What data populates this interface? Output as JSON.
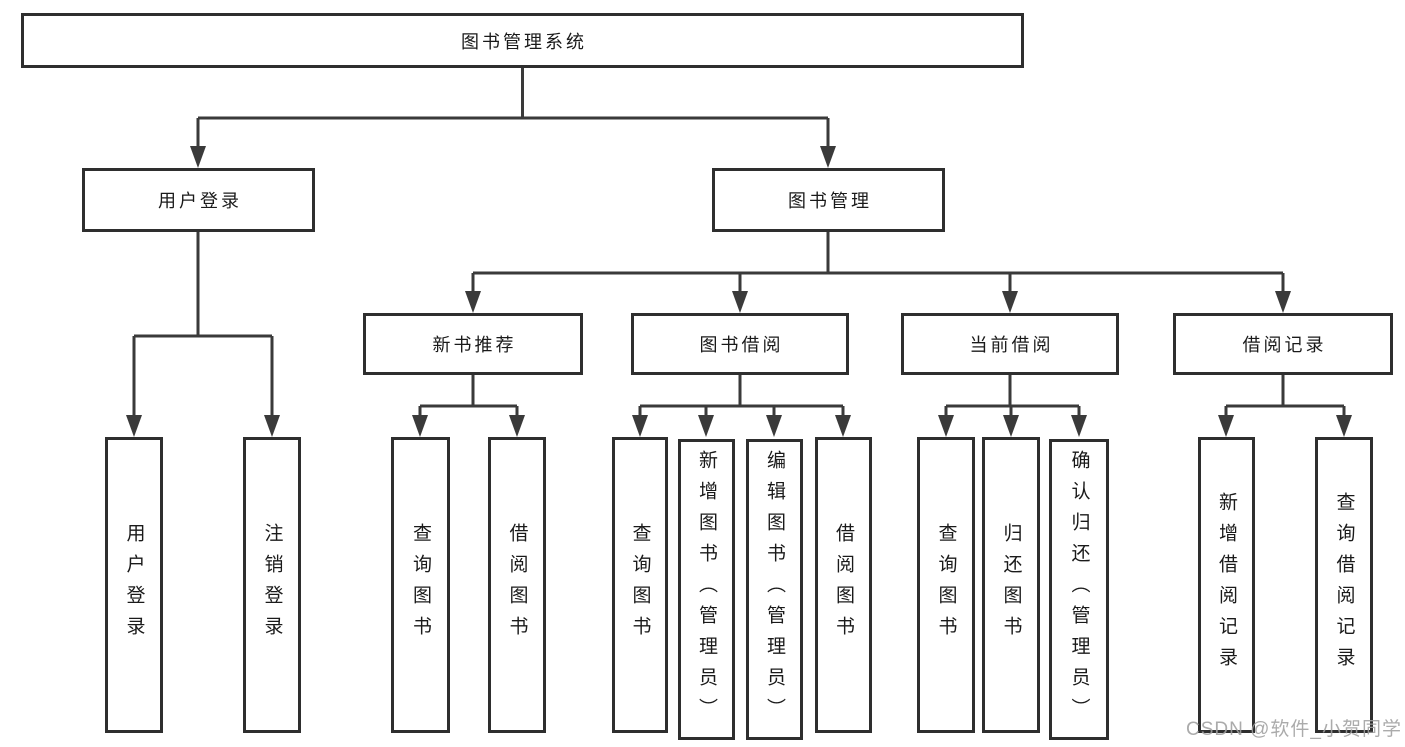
{
  "diagram": {
    "root": {
      "label": "图书管理系统"
    },
    "branches": [
      {
        "label": "用户登录",
        "children": [
          {
            "label": "用户登录"
          },
          {
            "label": "注销登录"
          }
        ]
      },
      {
        "label": "图书管理",
        "children": [
          {
            "label": "新书推荐",
            "children": [
              {
                "label": "查询图书"
              },
              {
                "label": "借阅图书"
              }
            ]
          },
          {
            "label": "图书借阅",
            "children": [
              {
                "label": "查询图书"
              },
              {
                "label": "新增图书（管理员）"
              },
              {
                "label": "编辑图书（管理员）"
              },
              {
                "label": "借阅图书"
              }
            ]
          },
          {
            "label": "当前借阅",
            "children": [
              {
                "label": "查询图书"
              },
              {
                "label": "归还图书"
              },
              {
                "label": "确认归还（管理员）"
              }
            ]
          },
          {
            "label": "借阅记录",
            "children": [
              {
                "label": "新增借阅记录"
              },
              {
                "label": "查询借阅记录"
              }
            ]
          }
        ]
      }
    ]
  },
  "watermark": {
    "text": "CSDN @软件_小贺同学"
  },
  "colors": {
    "line": "#3a3a3a",
    "box_border": "#2e2e2e",
    "text": "#1a1a1a",
    "watermark": "#a0a0a0",
    "background": "#ffffff"
  }
}
